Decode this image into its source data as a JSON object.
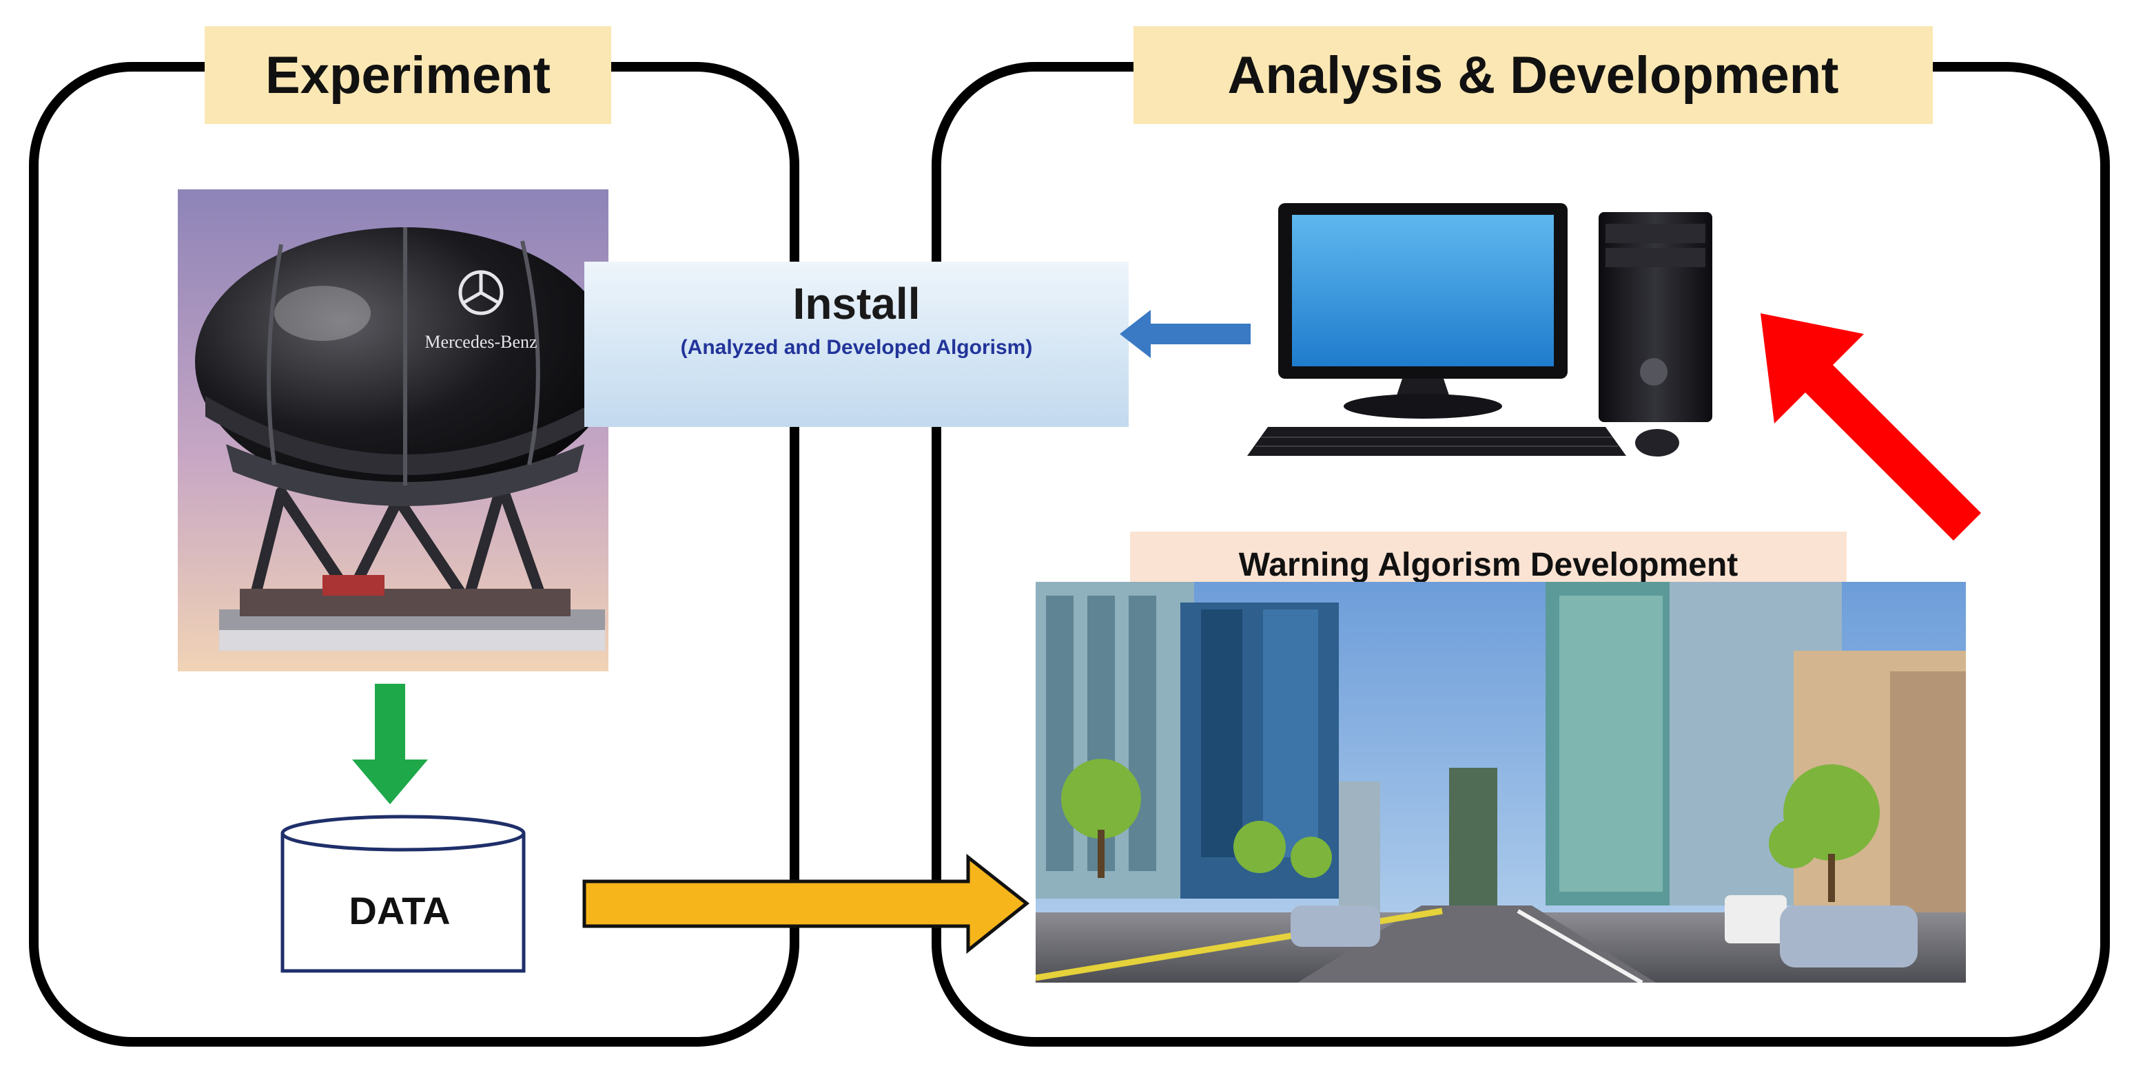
{
  "labels": {
    "experiment": "Experiment",
    "analysis_development": "Analysis & Development",
    "install_title": "Install",
    "install_subtitle": "(Analyzed and Developed Algorism)",
    "data": "DATA",
    "warning": "Warning Algorism Development"
  },
  "logo_text": "Mercedes-Benz",
  "icons": [
    "driving-simulator-image",
    "database-icon",
    "computer-icon",
    "city-driving-scene-image",
    "arrow-down-icon",
    "arrow-right-icon",
    "arrow-left-icon",
    "arrow-up-left-icon"
  ],
  "colors": {
    "tag_fill": "#fbe7b3",
    "warning_tag_fill": "#fbe3d3",
    "green_arrow": "#1ea84a",
    "orange_arrow": "#f6b51b",
    "blue_arrow": "#3a79c4",
    "red_arrow": "#ff0000",
    "install_box": "#d3e5f4"
  }
}
